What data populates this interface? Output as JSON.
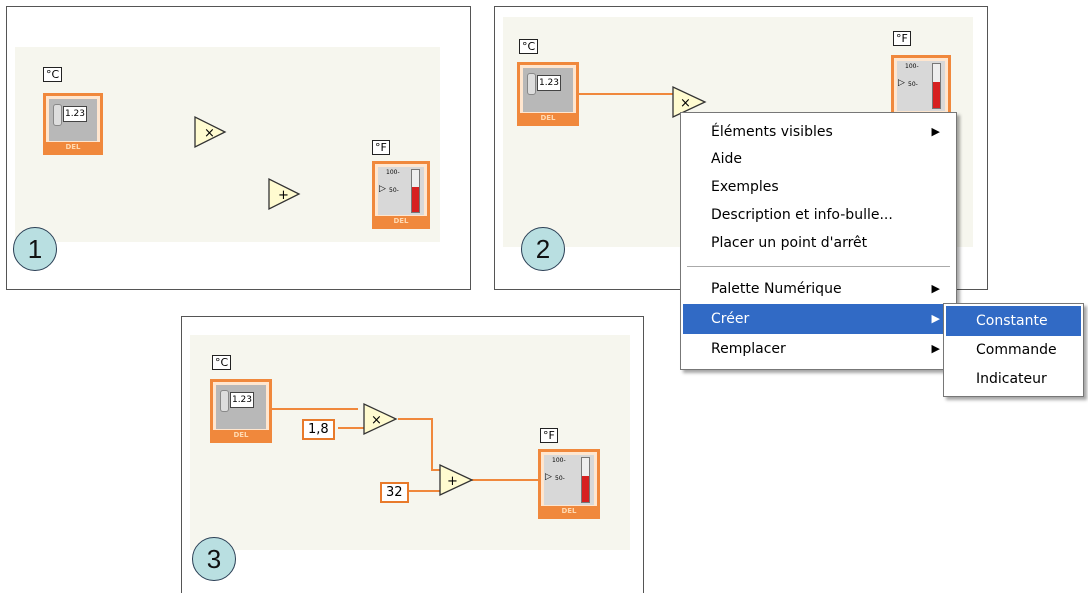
{
  "panels": [
    {
      "step": "1"
    },
    {
      "step": "2"
    },
    {
      "step": "3"
    }
  ],
  "labels": {
    "celsius": "°C",
    "fahrenheit": "°F"
  },
  "control": {
    "value": "1.23",
    "tag": "DEL"
  },
  "indicator": {
    "scale_top": "100-",
    "scale_mid": "50-",
    "tag": "DEL"
  },
  "functions": {
    "multiply": "×",
    "add": "+"
  },
  "constants": {
    "factor": "1,8",
    "offset": "32"
  },
  "context_menu": {
    "items": [
      {
        "label": "Éléments visibles",
        "submenu": true
      },
      {
        "label": "Aide",
        "submenu": false
      },
      {
        "label": "Exemples",
        "submenu": false
      },
      {
        "label": "Description et info-bulle...",
        "submenu": false
      },
      {
        "label": "Placer un point d'arrêt",
        "submenu": false
      },
      {
        "label": "Palette Numérique",
        "submenu": true
      },
      {
        "label": "Créer",
        "submenu": true,
        "highlighted": true
      },
      {
        "label": "Remplacer",
        "submenu": true
      }
    ],
    "arrow": "▶"
  },
  "submenu": {
    "items": [
      {
        "label": "Constante",
        "highlighted": true
      },
      {
        "label": "Commande"
      },
      {
        "label": "Indicateur"
      }
    ]
  },
  "colors": {
    "wire": "#f0883c",
    "highlight": "#316ac5",
    "badge": "#b9dfe1"
  }
}
